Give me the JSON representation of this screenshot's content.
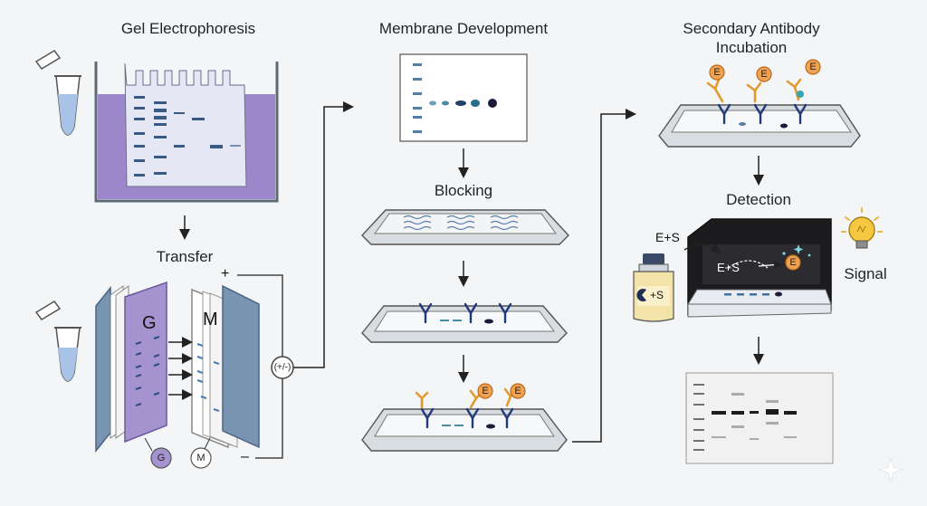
{
  "steps": {
    "gel": "Gel Electrophoresis",
    "membrane": "Membrane Development",
    "secondary_line1": "Secondary Antibody",
    "secondary_line2": "Incubation",
    "transfer": "Transfer",
    "blocking": "Blocking",
    "detection": "Detection",
    "signal": "Signal"
  },
  "transfer_labels": {
    "gel": "G",
    "membrane": "M",
    "gel_circle": "G",
    "membrane_circle": "M",
    "plus": "+",
    "minus": "–",
    "polarity": "(+/-)"
  },
  "detection_labels": {
    "substrate_outside": "E+S",
    "substrate_inside": "E+S",
    "vial": "+S"
  },
  "enzyme_label": "E",
  "colors": {
    "background": "#f3f5f7",
    "gel_purple": "#a593cf",
    "band_blue": "#3a5a86",
    "antibody_navy": "#1f3a78",
    "antibody_orange": "#e29a2e",
    "enzyme_orange": "#f1a250",
    "detector_black": "#1c1c1e",
    "tray_gray": "#d8dde2"
  }
}
